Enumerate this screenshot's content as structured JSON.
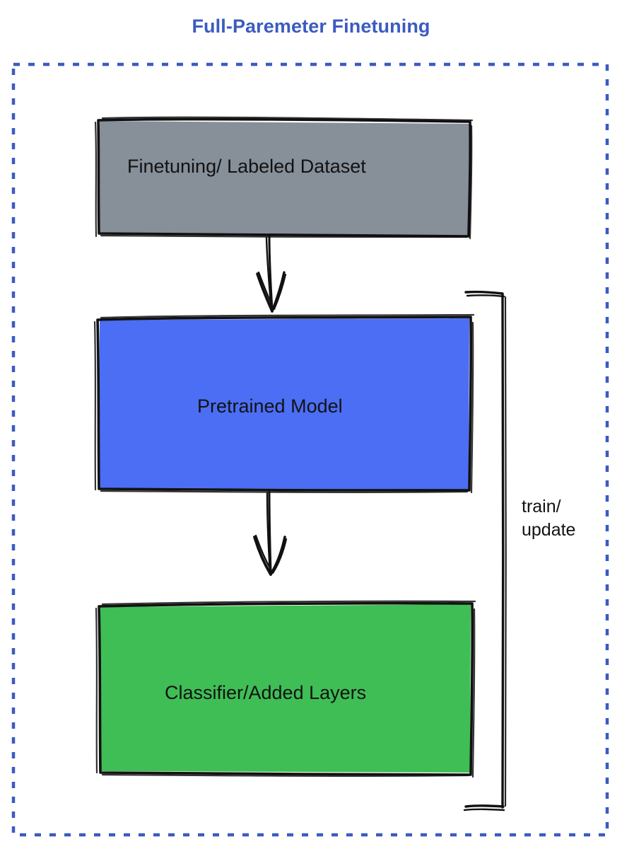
{
  "diagram": {
    "title": "Full-Paremeter Finetuning",
    "title_color": "#3b5bc0",
    "container": {
      "border_style": "dashed",
      "border_color": "#3b5bc0",
      "background": "#ffffff"
    },
    "nodes": [
      {
        "id": "dataset",
        "label": "Finetuning/ Labeled Dataset",
        "fill": "#878f99",
        "stroke": "#111111",
        "text_color": "#121212",
        "shape": "rectangle"
      },
      {
        "id": "pretrained",
        "label": "Pretrained Model",
        "fill": "#4c6ef5",
        "stroke": "#111111",
        "text_color": "#121212",
        "shape": "rectangle"
      },
      {
        "id": "classifier",
        "label": "Classifier/Added Layers",
        "fill": "#3fbe55",
        "stroke": "#111111",
        "text_color": "#121212",
        "shape": "rectangle"
      }
    ],
    "edges": [
      {
        "id": "dataset-to-pretrained",
        "from": "dataset",
        "to": "pretrained",
        "label": "",
        "arrow": "down",
        "style": "hand-drawn"
      },
      {
        "id": "pretrained-to-classifier",
        "from": "pretrained",
        "to": "classifier",
        "label": "",
        "arrow": "down",
        "style": "hand-drawn"
      },
      {
        "id": "feedback-loop",
        "from": "classifier",
        "to": "pretrained",
        "label": "train/\nupdate",
        "arrow": "none",
        "style": "hand-drawn-bracket"
      }
    ]
  }
}
